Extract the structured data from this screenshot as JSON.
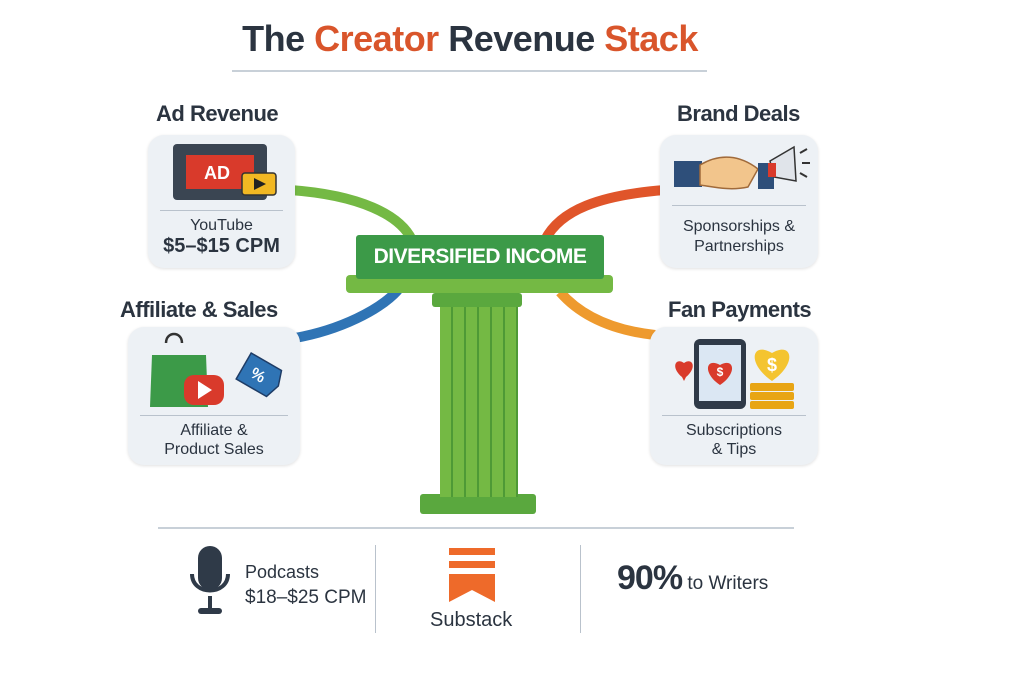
{
  "title": {
    "part1": "The ",
    "part2": "Creator",
    "part3": " Revenue ",
    "part4": "Stack"
  },
  "pillar": {
    "label": "DIVERSIFIED INCOME"
  },
  "sections": {
    "ad_revenue": {
      "heading": "Ad Revenue",
      "icon_text": "AD",
      "line1": "YouTube",
      "line2": "$5–$15 CPM"
    },
    "affiliate": {
      "heading": "Affiliate & Sales",
      "icon_text": "%",
      "line1": "Affiliate &",
      "line2": "Product Sales"
    },
    "brand_deals": {
      "heading": "Brand Deals",
      "line1": "Sponsorships &",
      "line2": "Partnerships"
    },
    "fan_payments": {
      "heading": "Fan Payments",
      "icon_text": "$",
      "line1": "Subscriptions",
      "line2": "& Tips"
    }
  },
  "bottom": {
    "podcasts": {
      "line1": "Podcasts",
      "line2": "$18–$25 CPM"
    },
    "substack": {
      "label": "Substack"
    },
    "writers": {
      "big": "90%",
      "small": " to Writers"
    }
  },
  "colors": {
    "green": "#3c9a48",
    "light_green": "#74b944",
    "orange_title": "#d9552b",
    "blue": "#2f74b5",
    "red": "#e0552a",
    "orange": "#ee9a2e",
    "dark": "#2b3440"
  }
}
